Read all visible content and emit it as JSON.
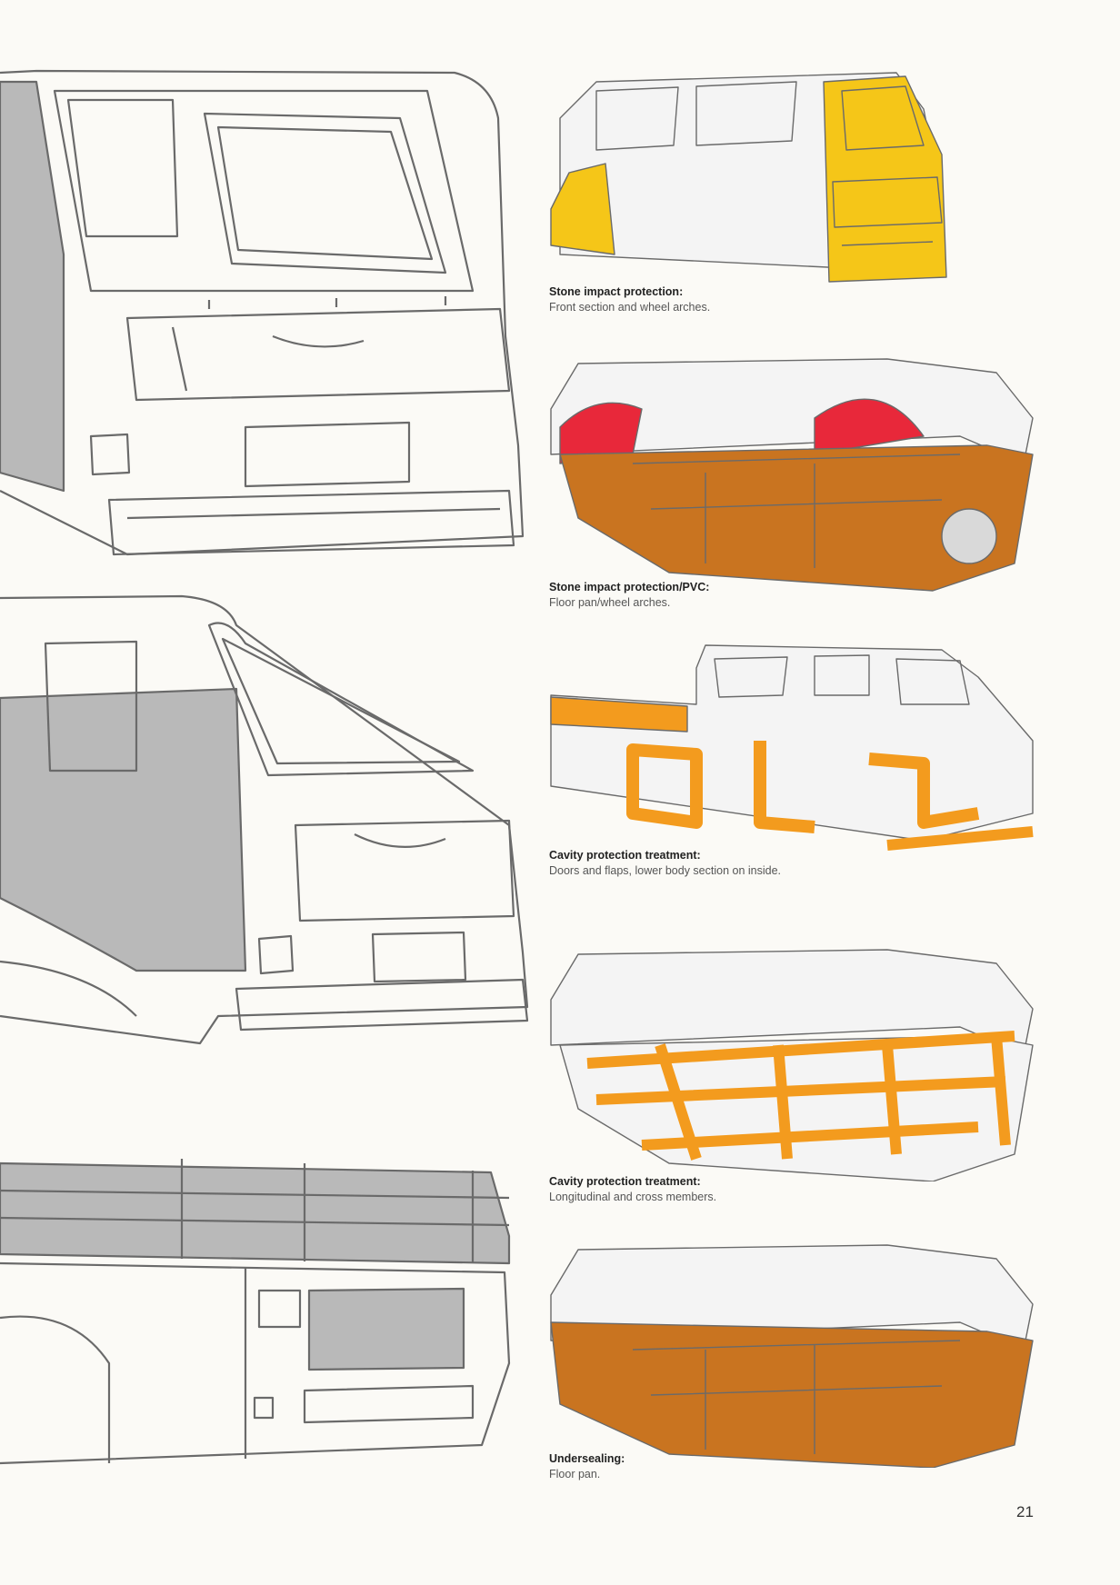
{
  "page": {
    "number": "21",
    "colors": {
      "paper": "#fbfaf6",
      "line": "#6a6a6a",
      "grey_panel": "#b9b9b9",
      "stone_front": "#f5c618",
      "pvc_red": "#e8283a",
      "underseal_brown": "#c97420",
      "cavity_orange": "#f39b1e"
    }
  },
  "sections": [
    {
      "title": "Stone impact protection:",
      "body": "Front section and wheel arches."
    },
    {
      "title": "Stone impact protection/PVC:",
      "body": "Floor pan/wheel arches."
    },
    {
      "title": "Cavity protection treatment:",
      "body": "Doors and flaps, lower body section on inside."
    },
    {
      "title": "Cavity protection treatment:",
      "body": "Longitudinal and cross members."
    },
    {
      "title": "Undersealing:",
      "body": "Floor pan."
    }
  ]
}
